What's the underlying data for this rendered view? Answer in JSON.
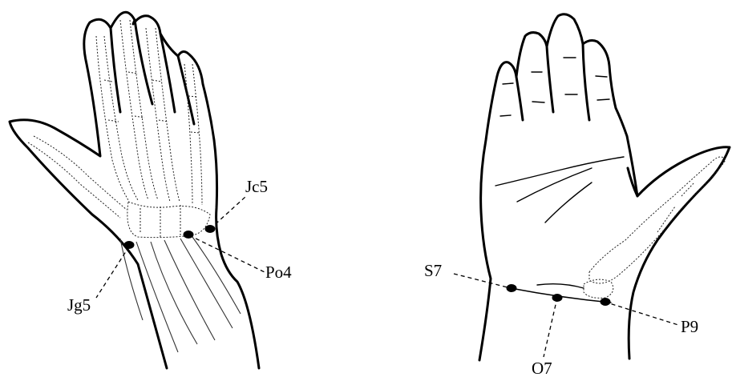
{
  "figure": {
    "left_hand": {
      "view": "dorsal",
      "points": [
        {
          "id": "jc5",
          "label": "Jc5"
        },
        {
          "id": "po4",
          "label": "Po4"
        },
        {
          "id": "jg5",
          "label": "Jg5"
        }
      ]
    },
    "right_hand": {
      "view": "palmar",
      "points": [
        {
          "id": "s7",
          "label": "S7"
        },
        {
          "id": "o7",
          "label": "O7"
        },
        {
          "id": "p9",
          "label": "P9"
        }
      ]
    },
    "colors": {
      "ink": "#000000",
      "background": "#ffffff"
    }
  }
}
